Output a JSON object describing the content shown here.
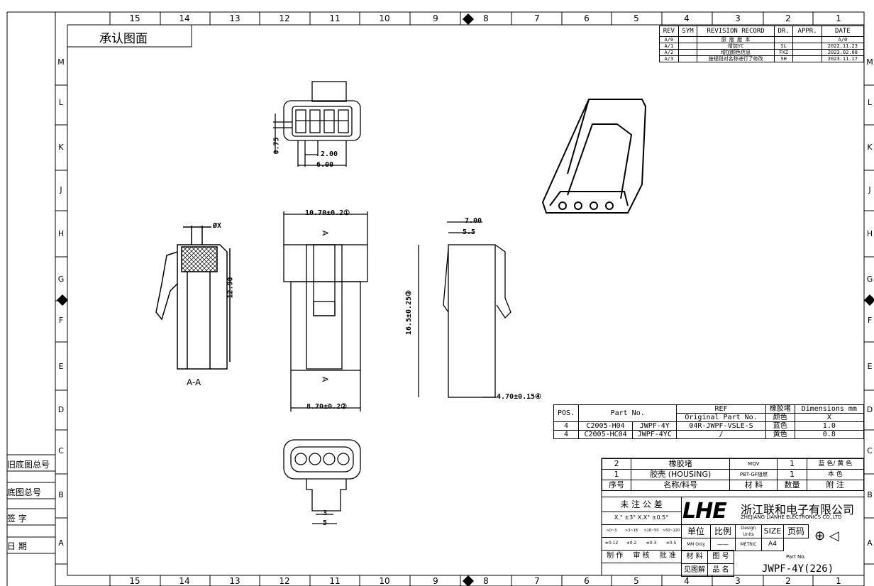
{
  "sheet_title": "承认图面",
  "columns": [
    "15",
    "14",
    "13",
    "12",
    "11",
    "10",
    "9",
    "8",
    "7",
    "6",
    "5",
    "4",
    "3",
    "2",
    "1"
  ],
  "rows": [
    "M",
    "L",
    "K",
    "J",
    "H",
    "G",
    "F",
    "E",
    "D",
    "C",
    "B",
    "A"
  ],
  "side_labels": [
    "旧底图总号",
    "底图总号",
    "签 字",
    "日 期"
  ],
  "revision": {
    "headers": [
      "REV",
      "SYM",
      "REVISION RECORD",
      "DR.",
      "APPR.",
      "DATE"
    ],
    "rows": [
      [
        "A/0",
        "",
        "原 版 版 本",
        "",
        "",
        "A/0"
      ],
      [
        "A/1",
        "",
        "增加YC",
        "SL",
        "",
        "2022.11.23"
      ],
      [
        "A/2",
        "",
        "增加颜色信息",
        "FXZ",
        "",
        "2023.02.08"
      ],
      [
        "A/3",
        "",
        "按规则对名称进行了修改",
        "SH",
        "",
        "2023.11.17"
      ]
    ]
  },
  "dims": {
    "d075": "0.75",
    "d200": "2.00",
    "d600": "6.00",
    "d1070": "10.70±0.2①",
    "d870": "8.70±0.2②",
    "d165": "16.5±0.25③",
    "d700": "7.00",
    "d55": "5.5",
    "d470": "4.70±0.15④",
    "d1290": "12.90",
    "dox": "ØX",
    "d3": "3",
    "d5": "5",
    "section": "A-A",
    "a": "A"
  },
  "parts": {
    "headers": [
      "POS.",
      "Part No.",
      "REF",
      "橡胶堵",
      "Dimensions mm"
    ],
    "subheaders": [
      "Original Part No.",
      "颜色",
      "X"
    ],
    "rows": [
      [
        "4",
        "C2005-H04",
        "JWPF-4Y",
        "04R-JWPF-VSLE-S",
        "蓝色",
        "1.0"
      ],
      [
        "4",
        "C2005-HC04",
        "JWPF-4YC",
        "/",
        "黄色",
        "0.8"
      ]
    ]
  },
  "bom": {
    "rows": [
      [
        "2",
        "橡胶堵",
        "MQV",
        "1",
        "蓝 色/ 黄 色"
      ],
      [
        "1",
        "胶壳 (HOUSING)",
        "PBT-GF阻燃",
        "1",
        "本 色"
      ]
    ],
    "headers": [
      "序号",
      "名称/料号",
      "材 料",
      "数量",
      "附 注"
    ]
  },
  "title_block": {
    "tolerance_title": "未 注 公 差",
    "tol_line": "X.° ±3°  X.X° ±0.5°",
    "ranges": [
      ">0~3",
      ">3~18",
      ">18~50",
      ">50~120"
    ],
    "range_vals": [
      "±0.12",
      "±0.2",
      "±0.3",
      "±0.5"
    ],
    "unit": "单位",
    "unit_val": "MM Only",
    "scale": "比例",
    "scale_val": "——",
    "design_units": "Design Units",
    "metric": "METRIC",
    "size": "SIZE",
    "size_val": "A4",
    "page": "页码",
    "logo": "LHE",
    "company_cn": "浙江联和电子有限公司",
    "company_en": "ZHEJIANG LIANHE ELECTRONICS CO.,LTD",
    "sign": [
      "制 作",
      "审 核",
      "批 准",
      "材 料",
      "图 号"
    ],
    "see": "见图解",
    "pinming": "品 名",
    "partno_label": "Part No.",
    "partno": "JWPF-4Y(226)"
  }
}
